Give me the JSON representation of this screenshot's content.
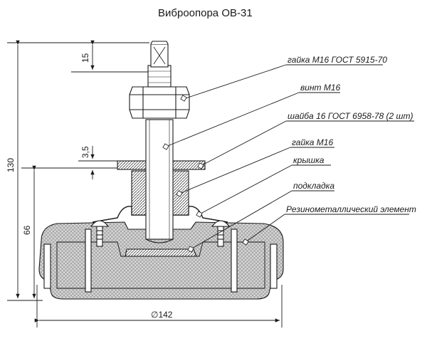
{
  "title": "Виброопора ОВ-31",
  "callouts": [
    "гайка М16 ГОСТ 5915-70",
    "винт М16",
    "шайба 16 ГОСТ 6958-78 (2 шт)",
    "гайка М16",
    "крышка",
    "подкладка",
    "Резинометаллический элемент"
  ],
  "dimensions": {
    "overall_height": "130",
    "base_height": "66",
    "stud_length": "15",
    "washer_gap": "3,5",
    "diameter": "∅142"
  },
  "colors": {
    "line": "#1a1a1a",
    "hatch": "#9a9a9a",
    "rubber_bg": "#cfcfcf"
  }
}
